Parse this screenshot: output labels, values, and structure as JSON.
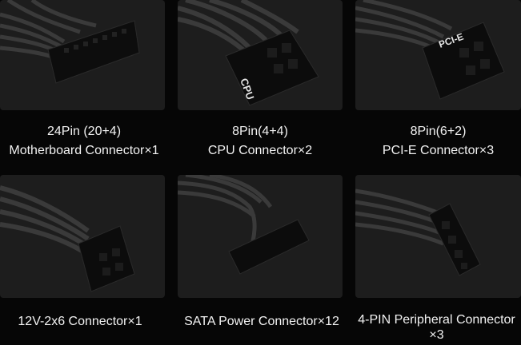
{
  "connectors": [
    {
      "line1": "24Pin (20+4)",
      "line2": "Motherboard Connector×1",
      "tag": ""
    },
    {
      "line1": "8Pin(4+4)",
      "line2": "CPU Connector×2",
      "tag": "CPU"
    },
    {
      "line1": "8Pin(6+2)",
      "line2": "PCI-E Connector×3",
      "tag": "PCI-E"
    },
    {
      "line1": "12V-2x6 Connector×1",
      "line2": "",
      "tag": ""
    },
    {
      "line1": "SATA Power Connector×12",
      "line2": "",
      "tag": ""
    },
    {
      "line1": "4-PIN Peripheral Connector",
      "line2": "×3",
      "tag": ""
    }
  ],
  "colors": {
    "tile": "#1d1d1d",
    "background": "#060606",
    "text": "#f2f2f2"
  }
}
